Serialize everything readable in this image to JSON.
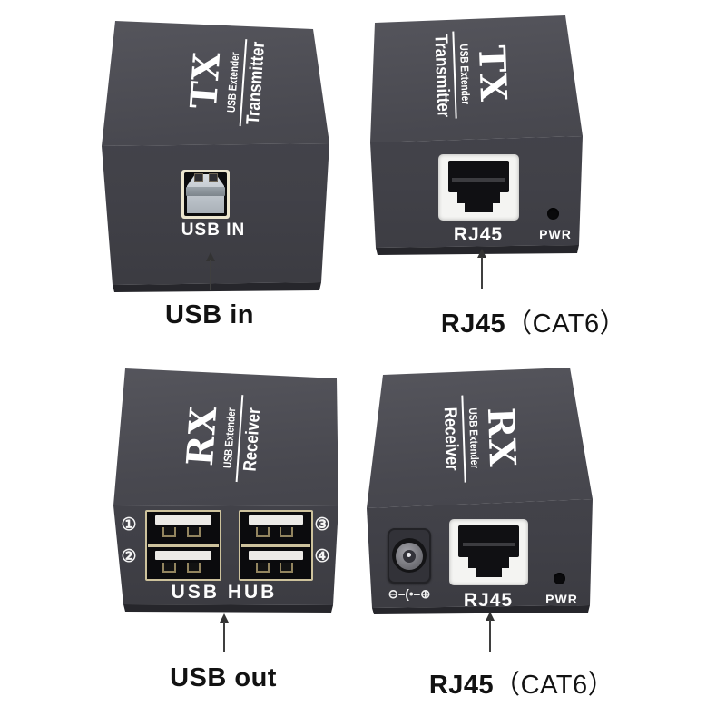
{
  "colors": {
    "background": "#ffffff",
    "body_front": "#414148",
    "body_top": "#4b4b52",
    "body_edge": "#26262b",
    "print_white": "#ffffff",
    "usb_b_bezel_cream": "#ece6cf",
    "usb_a_bezel_gold": "#cdc29c",
    "rj45_bezel_white": "#f4f4f2",
    "port_black": "#0c0c0e",
    "annotation_black": "#121212"
  },
  "devices": {
    "tx_angled": {
      "brand": "TX",
      "label_small": "USB Extender",
      "label_large": "Transmitter",
      "port_label": "USB IN"
    },
    "tx_front": {
      "brand": "TX",
      "label_small": "USB Extender",
      "label_large": "Transmitter",
      "rj45_label": "RJ45",
      "pwr_label": "PWR"
    },
    "rx_angled": {
      "brand": "RX",
      "label_small": "USB Extender",
      "label_large": "Receiver",
      "hub_label": "USB HUB",
      "port_numbers": [
        "①",
        "②",
        "③",
        "④"
      ]
    },
    "rx_front": {
      "brand": "RX",
      "label_small": "USB Extender",
      "label_large": "Receiver",
      "rj45_label": "RJ45",
      "pwr_label": "PWR",
      "polarity_symbol": "⊖–(•–⊕"
    }
  },
  "annotations": {
    "usb_in": "USB in",
    "usb_out": "USB out",
    "rj45": "RJ45",
    "cat6": "（CAT6）"
  }
}
